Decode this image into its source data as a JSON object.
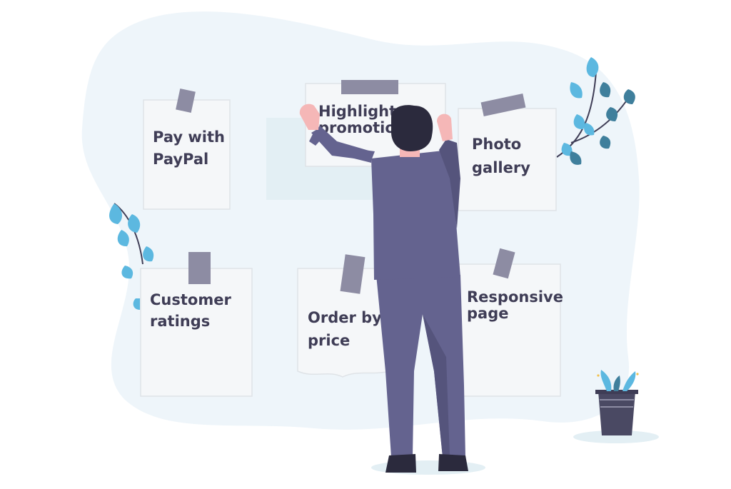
{
  "notes": [
    {
      "line1": "Pay with",
      "line2": "PayPal"
    },
    {
      "line1": "Highlight",
      "line2": "promotio"
    },
    {
      "line1": "Photo",
      "line2": "gallery"
    },
    {
      "line1": "Customer",
      "line2": "ratings"
    },
    {
      "line1": "Order by",
      "line2": "price"
    },
    {
      "line1": "Responsive",
      "line2": "page"
    }
  ],
  "colors": {
    "blob": "#eef5fa",
    "paper": "#f5f7f9",
    "paper_edge": "#dfe3e7",
    "tape": "#8d8ca3",
    "suit": "#64638f",
    "suit_dark": "#55547c",
    "hair": "#2b2a3d",
    "skin": "#f5b7b7",
    "leaf_light": "#5cb8e0",
    "leaf_dark": "#3f7f9c",
    "stem": "#3f3d56",
    "pot": "#4a4963",
    "text": "#3f3d56"
  },
  "icons": [
    "plant-left-icon",
    "plant-right-icon",
    "potted-plant-icon",
    "person-figure-icon",
    "tape-icon"
  ]
}
